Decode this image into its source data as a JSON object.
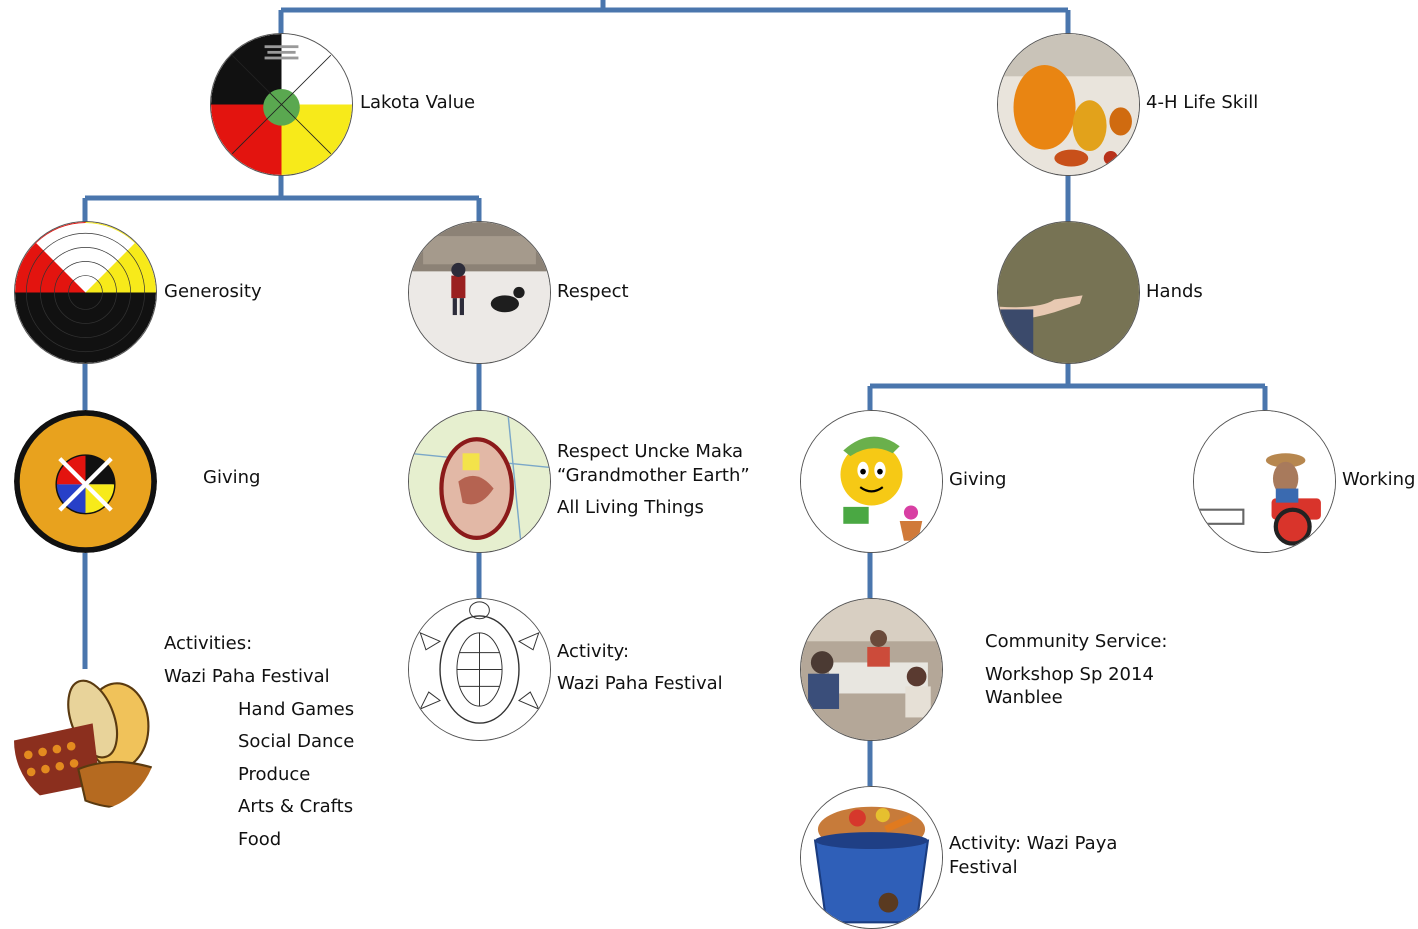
{
  "colors": {
    "connector": "#4a76ad",
    "black": "#111111",
    "white": "#ffffff",
    "yellow": "#f7ea1a",
    "red": "#e3140f",
    "green": "#5aa850"
  },
  "nodes": {
    "lakota_value": {
      "label": "Lakota Value",
      "icon": "medicine-wheel-icon"
    },
    "life_skill": {
      "label": "4-H Life Skill",
      "icon": "pumpkins-photo"
    },
    "generosity": {
      "label": "Generosity",
      "icon": "medicine-wheel-seasons-icon"
    },
    "respect": {
      "label": "Respect",
      "icon": "child-with-dog-snow-photo"
    },
    "hands": {
      "label": "Hands",
      "icon": "hand-in-hay-photo"
    },
    "giving_left": {
      "label": "Giving",
      "icon": "oglala-lakota-college-seal"
    },
    "respect_earth": {
      "lines": [
        "Respect Uncke Maka",
        "“Grandmother Earth”",
        "All Living Things"
      ],
      "icon": "turtle-map-icon"
    },
    "giving_right": {
      "label": "Giving",
      "icon": "cartoon-sun-watering-flower"
    },
    "working": {
      "label": "Working",
      "icon": "cartoon-farmer-tractor"
    },
    "activities_left": {
      "heading": "Activities:",
      "first": "Wazi Paha Festival",
      "items": [
        "Hand Games",
        "Social Dance",
        "Produce",
        "Arts & Crafts",
        "Food"
      ],
      "icon": "corn-basket-icon"
    },
    "activity_middle": {
      "heading": "Activity:",
      "line": "Wazi Paha Festival",
      "icon": "turtle-outline-icon"
    },
    "community": {
      "heading": "Community Service:",
      "line1": "Workshop Sp 2014",
      "line2": "Wanblee",
      "icon": "workshop-photo"
    },
    "activity_right": {
      "line1": "Activity: Wazi Paya",
      "line2": "Festival",
      "icon": "compost-bucket-icon"
    }
  }
}
